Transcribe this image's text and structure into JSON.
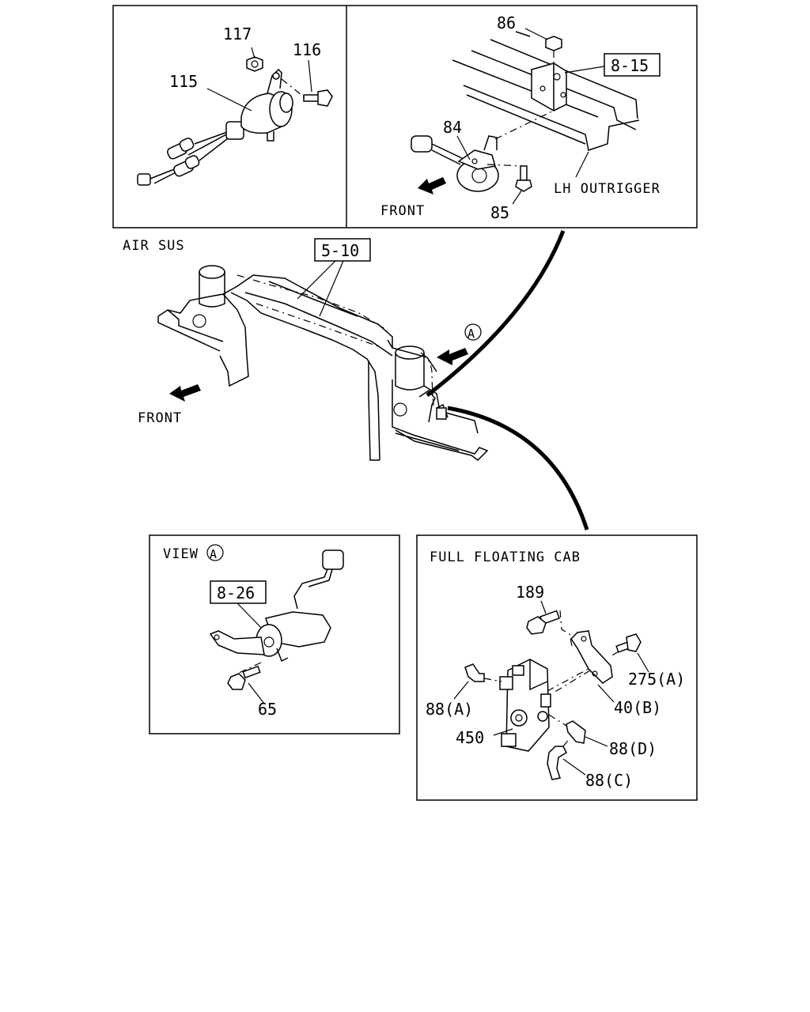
{
  "labels": {
    "p117": "117",
    "p116": "116",
    "p115": "115",
    "p86": "86",
    "ref_8_15": "8-15",
    "p84": "84",
    "p85": "85",
    "lh_outrigger": "LH OUTRIGGER",
    "front_top": "FRONT",
    "air_sus": "AIR SUS",
    "ref_5_10": "5-10",
    "view_marker": "A",
    "front_mid": "FRONT",
    "view_title": "VIEW",
    "view_circle": "A",
    "ref_8_26": "8-26",
    "p65": "65",
    "full_floating_cab": "FULL FLOATING CAB",
    "p189": "189",
    "p275a": "275(A)",
    "p88a": "88(A)",
    "p40b": "40(B)",
    "p450": "450",
    "p88d": "88(D)",
    "p88c": "88(C)"
  },
  "colors": {
    "line": "#000000",
    "background": "#ffffff"
  }
}
